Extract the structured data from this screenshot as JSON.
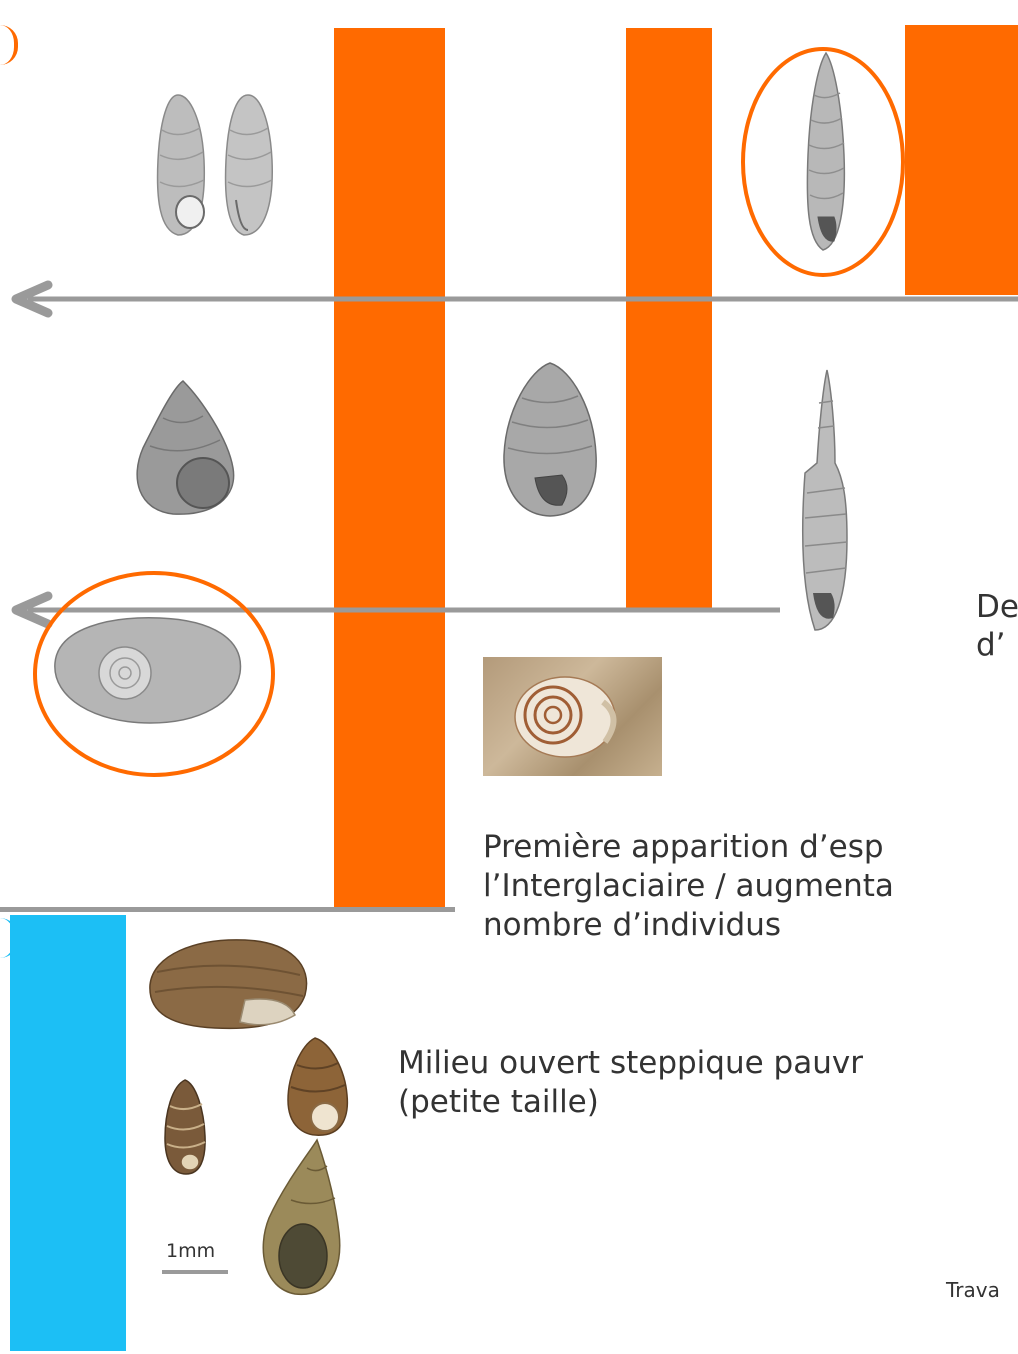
{
  "texts": {
    "top_right_line1": "De",
    "top_right_line2": "d’",
    "first_appearance_line1": "Première apparition d’esp",
    "first_appearance_line2": "l’Interglaciaire / augmenta",
    "first_appearance_line3": "nombre d’individus",
    "steppe_line1": "Milieu ouvert steppique pauvr",
    "steppe_line2": "(petite taille)",
    "scale_label": "1mm",
    "credit": "Trava"
  },
  "colors": {
    "orange": "#ff6a00",
    "blue": "#1cbff5",
    "arrow_gray": "#9a9a9a",
    "text": "#333333"
  },
  "icons": {
    "shell": "snail-shell-icon",
    "arrow": "arrow-left-icon"
  }
}
